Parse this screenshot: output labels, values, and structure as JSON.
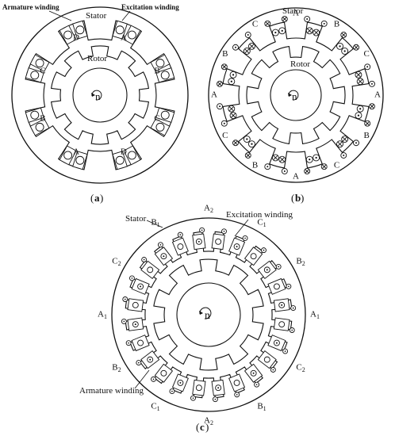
{
  "panels": [
    {
      "id": "a",
      "caption_open": "(",
      "caption_letter": "a",
      "caption_close": ")",
      "labels": {
        "armature_winding": "Armature winding",
        "excitation_winding": "Excitation winding",
        "stator": "Stator",
        "rotor": "Rotor",
        "speed_symbol": "n"
      },
      "phases": [
        "A",
        "B",
        "C",
        "D",
        "A",
        "B",
        "C",
        "D"
      ]
    },
    {
      "id": "b",
      "caption_open": "(",
      "caption_letter": "b",
      "caption_close": ")",
      "labels": {
        "stator": "Stator",
        "rotor": "Rotor",
        "speed_symbol": "n"
      },
      "phases": [
        "A",
        "B",
        "C",
        "A",
        "B",
        "C",
        "A",
        "B",
        "C",
        "A",
        "B",
        "C"
      ]
    },
    {
      "id": "c",
      "caption_open": "(",
      "caption_letter": "c",
      "caption_close": ")",
      "labels": {
        "stator": "Stator",
        "excitation_winding": "Excitation winding",
        "armature_winding": "Armature winding",
        "speed_symbol": "n"
      },
      "phases": [
        {
          "letter": "A",
          "sub": "2"
        },
        {
          "letter": "C",
          "sub": "1"
        },
        {
          "letter": "B",
          "sub": "2"
        },
        {
          "letter": "A",
          "sub": "1"
        },
        {
          "letter": "C",
          "sub": "2"
        },
        {
          "letter": "B",
          "sub": "1"
        },
        {
          "letter": "A",
          "sub": "2"
        },
        {
          "letter": "C",
          "sub": "1"
        },
        {
          "letter": "B",
          "sub": "2"
        },
        {
          "letter": "A",
          "sub": "1"
        },
        {
          "letter": "C",
          "sub": "2"
        },
        {
          "letter": "B",
          "sub": "1"
        }
      ]
    }
  ]
}
